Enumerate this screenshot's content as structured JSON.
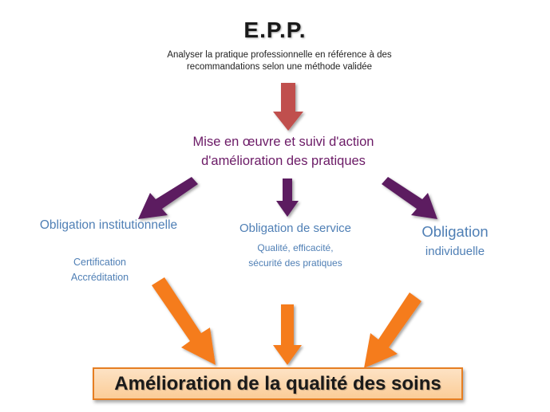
{
  "title": "E.P.P.",
  "subtitle": "Analyser la pratique professionnelle en référence à des recommandations selon une méthode validée",
  "action": "Mise en œuvre et suivi d'action d'amélioration des pratiques",
  "obligations": {
    "institutionnelle": {
      "label": "Obligation institutionnelle",
      "sub_line1": "Certification",
      "sub_line2": "Accréditation"
    },
    "service": {
      "label": "Obligation de service",
      "sub_line1": "Qualité, efficacité,",
      "sub_line2": "sécurité des pratiques"
    },
    "individuelle": {
      "label_line1": "Obligation",
      "label_line2": "individuelle"
    }
  },
  "result": "Amélioration de la qualité des soins",
  "colors": {
    "top_arrow": "#c0504d",
    "purple_arrows": "#5b1a61",
    "orange_arrows": "#f57c1f",
    "obligation_text": "#4f7fb5",
    "action_text": "#6b1a66",
    "result_border": "#e67e22"
  }
}
